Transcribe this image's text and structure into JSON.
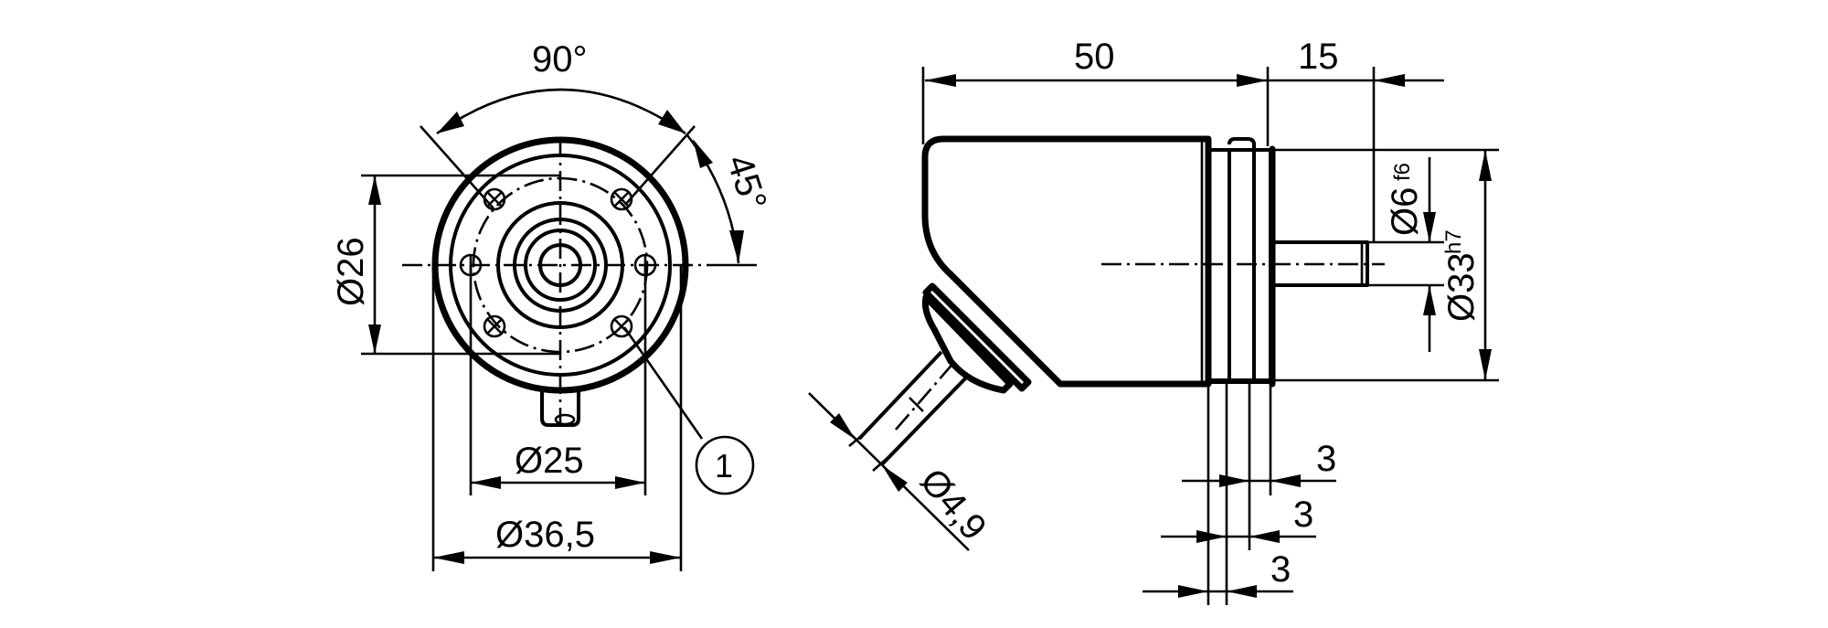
{
  "drawing": {
    "subject": "Rotary encoder dimension drawing",
    "line_color": "#000000",
    "background": "#ffffff"
  },
  "front_view": {
    "angle_bolt_pattern": "90°",
    "angle_offset": "45°",
    "dim_hole_circle_vertical": "Ø26",
    "dim_hole_circle_horizontal": "Ø25",
    "dim_housing_diameter": "Ø36,5",
    "callout_label": "1"
  },
  "side_view": {
    "dim_body_length": "50",
    "dim_shaft_length": "15",
    "dim_shaft_diameter": "Ø6",
    "dim_shaft_tolerance": "f6",
    "dim_flange_diameter": "Ø33",
    "dim_flange_tolerance": "h7",
    "dim_cable_diameter": "Ø4,9",
    "dim_flange_step_1": "3",
    "dim_flange_step_2": "3",
    "dim_flange_step_3": "3"
  }
}
